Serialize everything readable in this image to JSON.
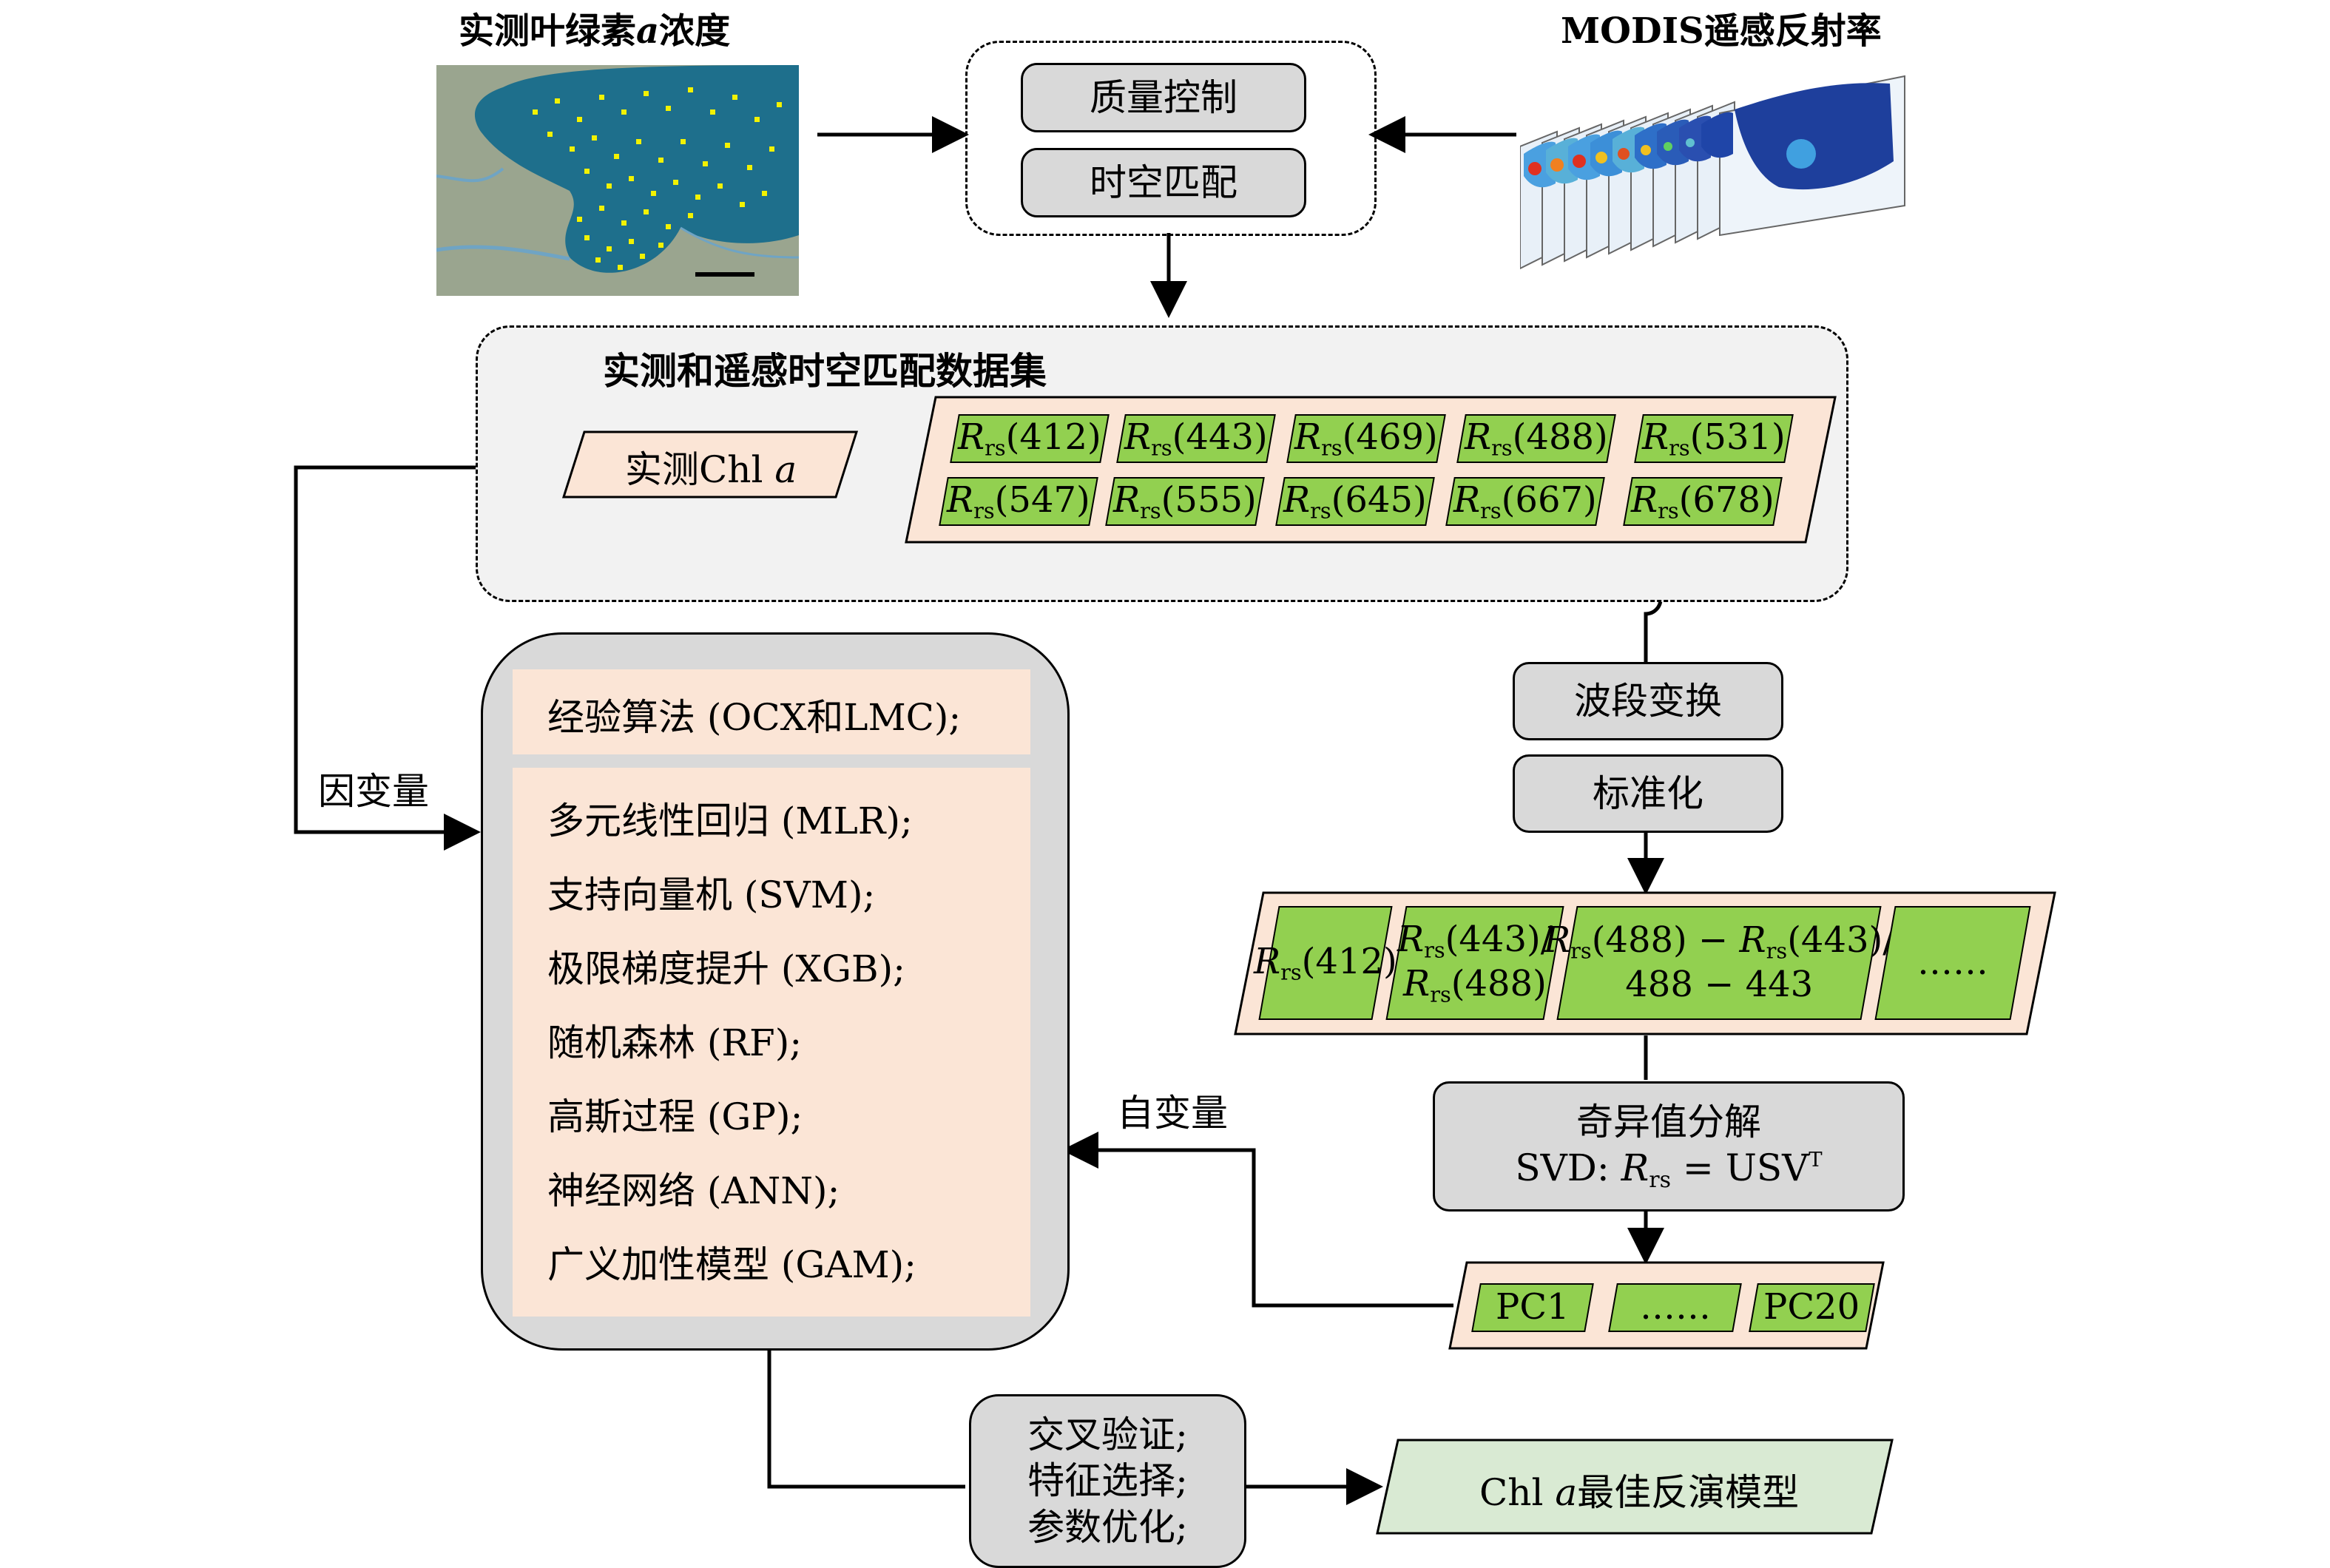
{
  "top": {
    "insitu_title": "实测叶绿素a浓度",
    "insitu_title_pre": "实测叶绿素",
    "insitu_title_it": "a",
    "insitu_title_post": "浓度",
    "modis_title": "MODIS遥感反射率",
    "quality_control": "质量控制",
    "spatiotemporal_match": "时空匹配"
  },
  "dataset": {
    "title": "实测和遥感时空匹配数据集",
    "insitu_chl_pre": "实测Chl ",
    "insitu_chl_it": "a",
    "rrs_symbol": "R",
    "rrs_sub": "rs",
    "bands_row1": [
      "(412)",
      "(443)",
      "(469)",
      "(488)",
      "(531)"
    ],
    "bands_row2": [
      "(547)",
      "(555)",
      "(645)",
      "(667)",
      "(678)"
    ]
  },
  "processing": {
    "band_transform": "波段变换",
    "standardize": "标准化",
    "features": {
      "f1": "(412)",
      "f2_top": "(443)/",
      "f2_bottom": "(488)",
      "f3_a": "(488) − ",
      "f3_b": "(443)/",
      "f3_bottom": "488 − 443",
      "f4": "……"
    },
    "svd_title": "奇异值分解",
    "svd_formula_pre": "SVD: ",
    "svd_formula_eq": " = USV",
    "svd_formula_sup": "T",
    "pcs": [
      "PC1",
      "……",
      "PC20"
    ]
  },
  "labels": {
    "dependent_var": "因变量",
    "independent_var": "自变量"
  },
  "algorithms": {
    "empirical": "经验算法 (OCX和LMC);",
    "ml": [
      "多元线性回归 (MLR);",
      "支持向量机 (SVM);",
      "极限梯度提升 (XGB);",
      "随机森林 (RF);",
      "高斯过程 (GP);",
      "神经网络 (ANN);",
      "广义加性模型 (GAM);"
    ]
  },
  "validation": {
    "line1": "交叉验证;",
    "line2": "特征选择;",
    "line3": "参数优化;"
  },
  "result": {
    "best_model_pre": "Chl ",
    "best_model_it": "a",
    "best_model_post": "最佳反演模型"
  },
  "colors": {
    "green": "#92d050",
    "peach": "#fbe5d6",
    "gray": "#d9d9d9",
    "light_green": "#d9ead3"
  }
}
